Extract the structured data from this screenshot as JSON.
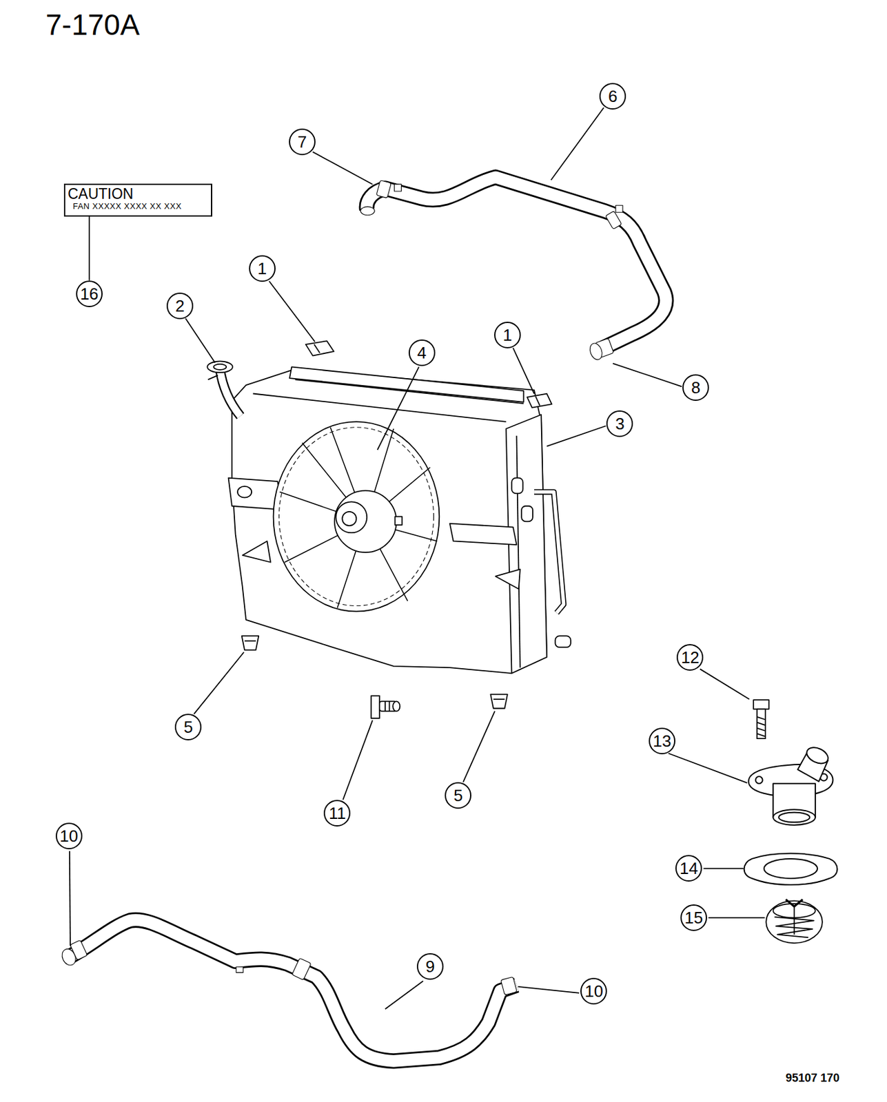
{
  "diagram": {
    "title": "7-170A",
    "nodes": [
      {
        "text": [
          "6"
        ]
      },
      {
        "text": [
          "7"
        ]
      },
      {
        "text": [
          "CAUTION",
          "FAN XXXXX XXXX XX XXX"
        ]
      },
      {
        "text": [
          "1"
        ]
      },
      {
        "text": [
          "16"
        ]
      },
      {
        "text": [
          "2"
        ]
      },
      {
        "text": [
          "1"
        ]
      },
      {
        "text": [
          "4"
        ]
      },
      {
        "text": [
          "8"
        ]
      },
      {
        "text": [
          "3"
        ]
      },
      {
        "text": [
          "12"
        ]
      },
      {
        "text": [
          "5"
        ]
      },
      {
        "text": [
          "13"
        ]
      },
      {
        "text": [
          "5"
        ]
      },
      {
        "text": [
          "11"
        ]
      },
      {
        "text": [
          "10"
        ]
      },
      {
        "text": [
          "14"
        ]
      },
      {
        "text": [
          "15"
        ]
      },
      {
        "text": [
          "9"
        ]
      },
      {
        "text": [
          "10"
        ]
      }
    ],
    "edges": [
      {
        "from": 2,
        "to": 4,
        "arrow": "none"
      }
    ],
    "labels": [
      "95107 170"
    ]
  }
}
